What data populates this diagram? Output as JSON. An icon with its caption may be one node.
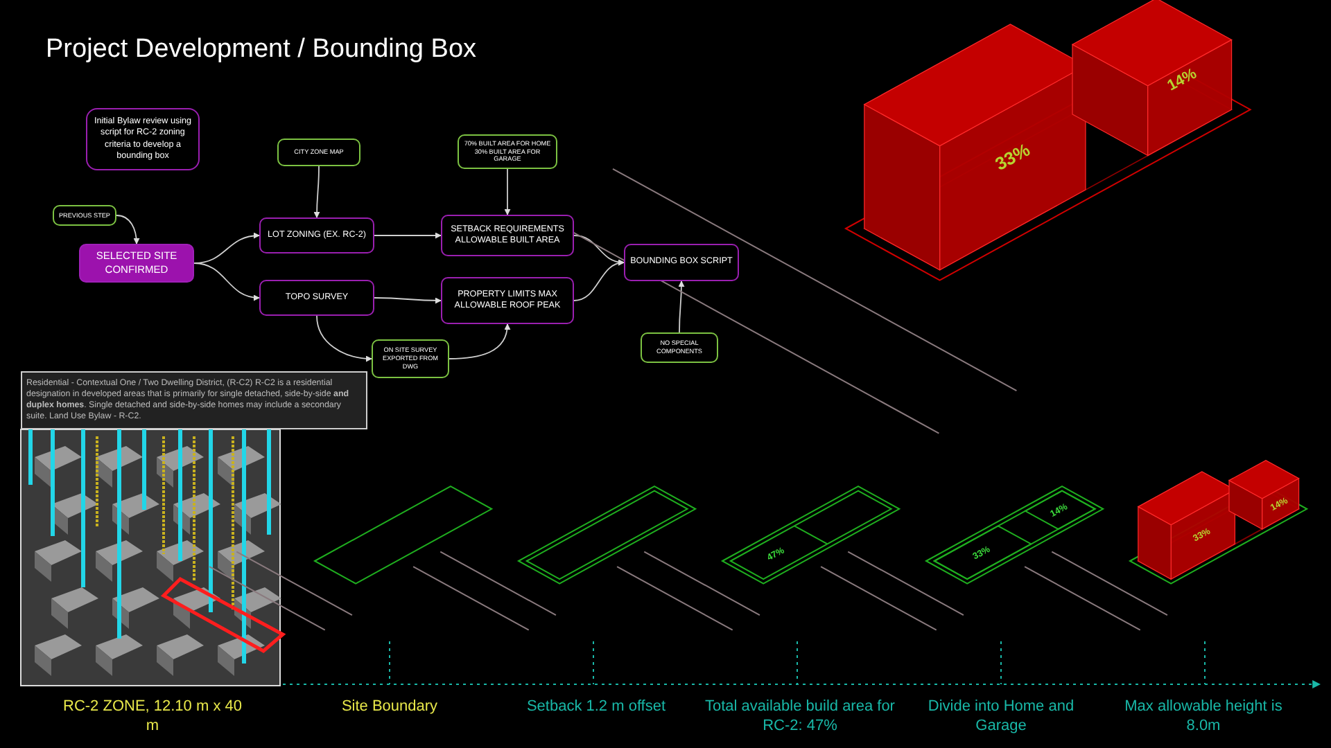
{
  "diagram": {
    "title": "Project Development / Bounding Box",
    "nodes": [
      {
        "text": [
          "Initial Bylaw review using script for RC-2 zoning criteria to develop a bounding box"
        ]
      },
      {
        "text": [
          "CITY ZONE MAP"
        ]
      },
      {
        "text": [
          "PREVIOUS STEP"
        ]
      },
      {
        "text": [
          "SELECTED SITE CONFIRMED"
        ]
      },
      {
        "text": [
          "LOT ZONING (EX. RC-2)"
        ]
      },
      {
        "text": [
          "TOPO SURVEY"
        ]
      },
      {
        "text": [
          "70% BUILT AREA FOR HOME 30% BUILT AREA FOR GARAGE"
        ]
      },
      {
        "text": [
          "SETBACK REQUIREMENTS ALLOWABLE BUILT AREA"
        ]
      },
      {
        "text": [
          "PROPERTY LIMITS MAX ALLOWABLE ROOF PEAK"
        ]
      },
      {
        "text": [
          "ON SITE SURVEY EXPORTED FROM DWG"
        ]
      },
      {
        "text": [
          "BOUNDING BOX SCRIPT"
        ]
      },
      {
        "text": [
          "NO SPECIAL COMPONENTS"
        ]
      },
      {
        "text": [
          "Residential - Contextual One / Two Dwelling District, (R-C2) R-C2 is a residential designation in developed areas that is primarily for single detached, side-by-side **and duplex homes**. Single detached and side-by-side homes may include a secondary suite. Land Use Bylaw - R-C2."
        ]
      }
    ],
    "edges": [
      {
        "from": 1,
        "to": 4,
        "arrow": "to"
      },
      {
        "from": 2,
        "to": 3,
        "arrow": "to"
      },
      {
        "from": 3,
        "to": 4,
        "arrow": "to"
      },
      {
        "from": 3,
        "to": 5,
        "arrow": "to"
      },
      {
        "from": 4,
        "to": 7,
        "arrow": "to"
      },
      {
        "from": 5,
        "to": 8,
        "arrow": "to"
      },
      {
        "from": 6,
        "to": 7,
        "arrow": "to"
      },
      {
        "from": 5,
        "to": 9,
        "arrow": "to"
      },
      {
        "from": 9,
        "to": 8,
        "arrow": "to"
      },
      {
        "from": 7,
        "to": 10,
        "arrow": "to"
      },
      {
        "from": 8,
        "to": 10,
        "arrow": "to"
      },
      {
        "from": 11,
        "to": 10,
        "arrow": "to"
      }
    ],
    "labels": [
      "33%",
      "14%",
      "47%",
      "33%",
      "14%",
      "33%",
      "14%",
      "RC-2 ZONE, 12.10 m x 40 m",
      "Site Boundary",
      "Setback 1.2 m offset",
      "Total available build area for RC-2: 47%",
      "Divide into Home and Garage",
      "Max allowable height is 8.0m"
    ]
  }
}
